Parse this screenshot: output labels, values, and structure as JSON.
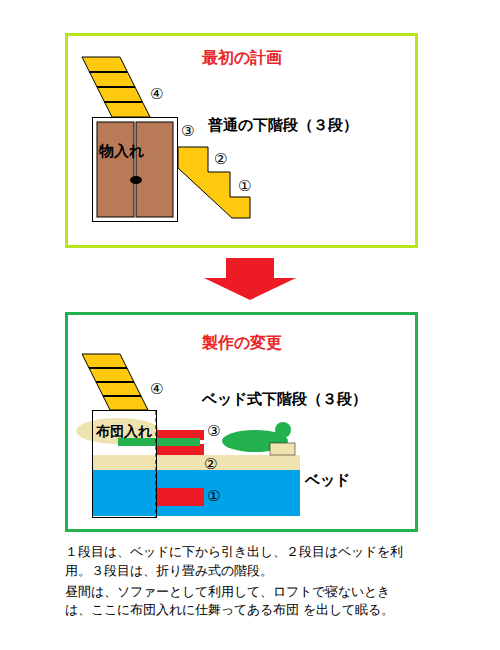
{
  "diagram": {
    "nodes": [
      {
        "text": [
          "最初の計画"
        ]
      },
      {
        "text": [
          "物入れ"
        ],
        "in": 0
      },
      {
        "text": [
          "製作の変更"
        ]
      },
      {
        "text": [
          "布団入れ"
        ],
        "in": 2
      }
    ],
    "labels": [
      "④",
      "③",
      "普通の下階段（３段）",
      "②",
      "①",
      "④",
      "ベッド式下階段（３段）",
      "③",
      "②",
      "ベッド",
      "①",
      "１段目は、ベッドに下から引き出し、２段目はベッドを利用。３段目は、折り畳み式の階段。",
      "昼間は、ソファーとして利用して、ロフトで寝ないときは、ここに布団入れに仕舞ってある布団 を出して眠る。"
    ]
  }
}
